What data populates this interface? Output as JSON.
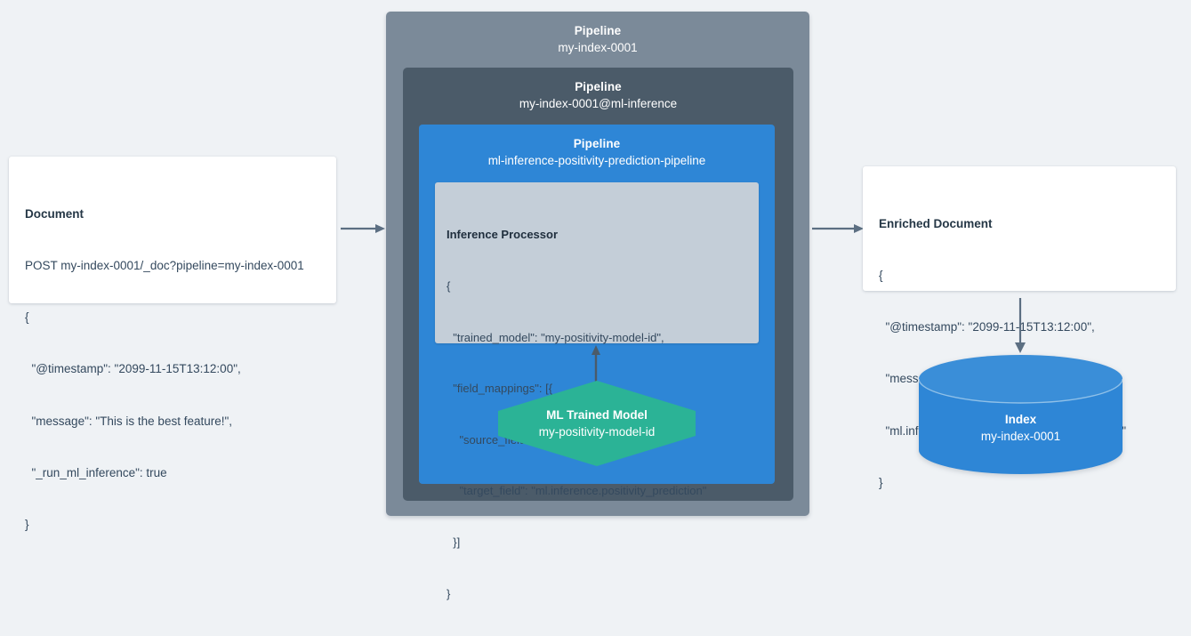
{
  "theme": {
    "background": "#eff2f5",
    "outer_pipeline_color": "#7b8a99",
    "middle_pipeline_color": "#4b5b69",
    "inner_pipeline_color": "#2e86d6",
    "processor_color": "#c4ced8",
    "ml_model_color": "#2bb396",
    "index_color": "#2e86d6",
    "arrow_color": "#5c6f82",
    "card_background": "#ffffff",
    "text_color": "#2c3e50"
  },
  "document_card": {
    "title": "Document",
    "lines": [
      "POST my-index-0001/_doc?pipeline=my-index-0001",
      "{",
      "  \"@timestamp\": \"2099-11-15T13:12:00\",",
      "  \"message\": \"This is the best feature!\",",
      "  \"_run_ml_inference\": true",
      "}"
    ]
  },
  "pipelines": {
    "outer": {
      "label": "Pipeline",
      "name": "my-index-0001"
    },
    "middle": {
      "label": "Pipeline",
      "name": "my-index-0001@ml-inference"
    },
    "inner": {
      "label": "Pipeline",
      "name": "ml-inference-positivity-prediction-pipeline"
    }
  },
  "inference_processor": {
    "title": "Inference Processor",
    "lines": [
      "{",
      "  \"trained_model\": \"my-positivity-model-id\",",
      "  \"field_mappings\": [{",
      "    \"source_field\": \"message\",",
      "    \"target_field\": \"ml.inference.positivity_prediction\"",
      "  }]",
      "}"
    ]
  },
  "ml_model": {
    "title": "ML Trained Model",
    "name": "my-positivity-model-id"
  },
  "enriched_card": {
    "title": "Enriched Document",
    "lines": [
      "{",
      "  \"@timestamp\": \"2099-11-15T13:12:00\",",
      "  \"message\": \"This is the best feature!\",",
      "  \"ml.inference.positivity_prediction\": \"0.91644\"",
      "}"
    ]
  },
  "index": {
    "title": "Index",
    "name": "my-index-0001"
  },
  "arrows": [
    {
      "id": "arrow-doc-to-pipeline",
      "direction": "right"
    },
    {
      "id": "arrow-pipeline-to-doc",
      "direction": "right"
    },
    {
      "id": "arrow-model-to-proc",
      "direction": "up"
    },
    {
      "id": "arrow-doc-to-index",
      "direction": "down"
    }
  ]
}
